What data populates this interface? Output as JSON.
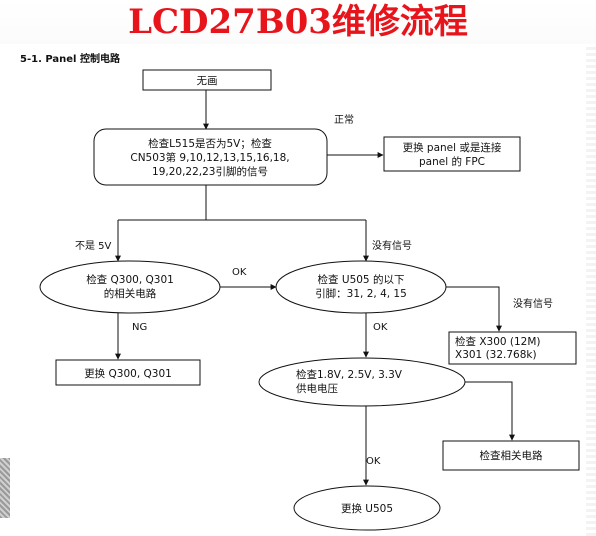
{
  "title": "LCD27B03维修流程",
  "section": "5-1. Panel 控制电路",
  "nodes": {
    "start": "无画",
    "check_l515": [
      "检查L515是否为5V；检查",
      "CN503第 9,10,12,13,15,16,18,",
      "19,20,22,23引脚的信号"
    ],
    "replace_panel": [
      "更换 panel 或是连接",
      "panel 的 FPC"
    ],
    "check_q300": [
      "检查 Q300, Q301",
      "的相关电路"
    ],
    "check_u505": [
      "检查 U505 的以下",
      "引脚：31, 2, 4, 15"
    ],
    "replace_q300": "更换 Q300, Q301",
    "check_x300": [
      "检查 X300 (12M)",
      "X301 (32.768k)"
    ],
    "check_power": [
      "检查1.8V, 2.5V, 3.3V",
      "供电电压"
    ],
    "check_related": "检查相关电路",
    "replace_u505": "更换 U505"
  },
  "edge_labels": {
    "normal": "正常",
    "not_5v": "不是 5V",
    "no_signal_1": "没有信号",
    "ok_1": "OK",
    "ng": "NG",
    "ok_2": "OK",
    "no_signal_2": "没有信号",
    "ok_3": "OK"
  }
}
